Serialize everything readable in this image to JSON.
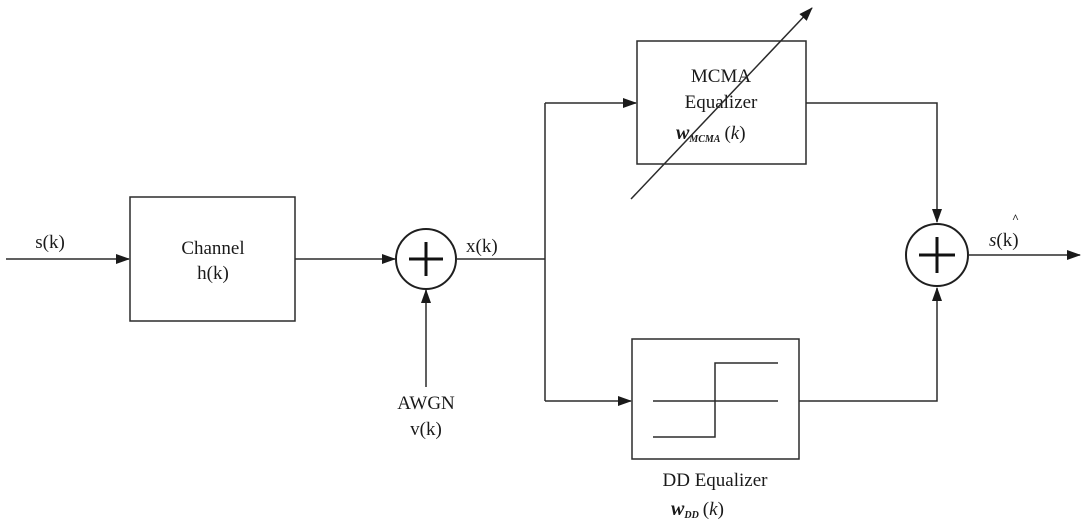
{
  "signals": {
    "input": "s(k)",
    "mixed": "x(k)",
    "output_base": "s",
    "output_hat": "^",
    "output_arg": "(k)"
  },
  "channel": {
    "line1": "Channel",
    "line2": "h(k)"
  },
  "noise": {
    "line1": "AWGN",
    "line2": "v(k)"
  },
  "mcma": {
    "line1": "MCMA",
    "line2": "Equalizer",
    "weight_symbol": "w",
    "weight_subscript": "MCMA",
    "weight_open": "(",
    "weight_arg": "k",
    "weight_close": ")"
  },
  "dd": {
    "line1": "DD Equalizer",
    "weight_symbol": "w",
    "weight_subscript": "DD",
    "weight_open": "(",
    "weight_arg": "k",
    "weight_close": ")"
  }
}
